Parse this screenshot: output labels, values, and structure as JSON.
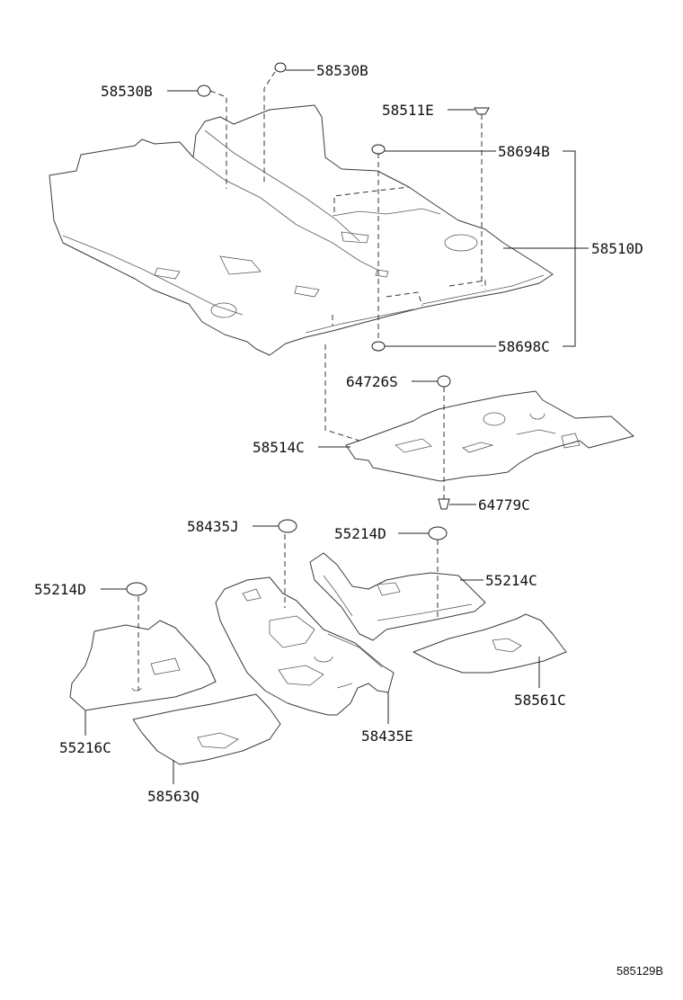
{
  "labels": {
    "l58530b_left": "58530B",
    "l58530b_top": "58530B",
    "l58511e": "58511E",
    "l58694b": "58694B",
    "l58510d": "58510D",
    "l58698c": "58698C",
    "l64726s": "64726S",
    "l58514c": "58514C",
    "l64779c": "64779C",
    "l58435j": "58435J",
    "l55214d_mid": "55214D",
    "l55214c": "55214C",
    "l55214d_left": "55214D",
    "l58561c": "58561C",
    "l55216c": "55216C",
    "l58435e": "58435E",
    "l58563q": "58563Q"
  },
  "figure_code": "585129B"
}
